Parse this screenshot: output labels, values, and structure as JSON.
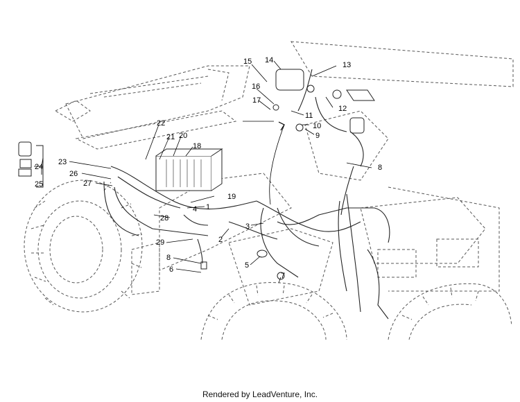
{
  "diagram": {
    "callouts": {
      "c1": "1",
      "c2": "2",
      "c3": "3",
      "c4": "4",
      "c5": "5",
      "c6": "6",
      "c7": "7",
      "c8a": "8",
      "c8b": "8",
      "c9": "9",
      "c10": "10",
      "c11": "11",
      "c12": "12",
      "c13": "13",
      "c14": "14",
      "c15": "15",
      "c16": "16",
      "c17": "17",
      "c18": "18",
      "c19": "19",
      "c20": "20",
      "c21": "21",
      "c22": "22",
      "c23": "23",
      "c24": "24",
      "c25": "25",
      "c26": "26",
      "c27": "27",
      "c28": "28",
      "c29": "29"
    }
  },
  "footer": {
    "credit": "Rendered by LeadVenture, Inc."
  }
}
